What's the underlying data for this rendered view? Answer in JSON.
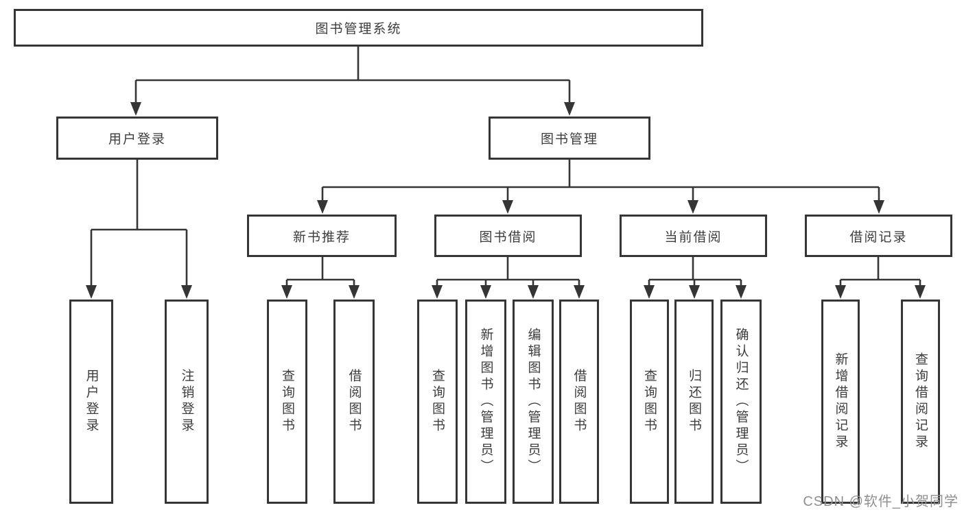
{
  "diagram": {
    "root": {
      "label": "图书管理系统"
    },
    "branches": [
      {
        "label": "用户登录",
        "children": [
          {
            "label": "用户登录"
          },
          {
            "label": "注销登录"
          }
        ]
      },
      {
        "label": "图书管理",
        "groups": [
          {
            "label": "新书推荐",
            "children": [
              {
                "label": "查询图书"
              },
              {
                "label": "借阅图书"
              }
            ]
          },
          {
            "label": "图书借阅",
            "children": [
              {
                "label": "查询图书"
              },
              {
                "label": "新增图书（管理员）"
              },
              {
                "label": "编辑图书（管理员）"
              },
              {
                "label": "借阅图书"
              }
            ]
          },
          {
            "label": "当前借阅",
            "children": [
              {
                "label": "查询图书"
              },
              {
                "label": "归还图书"
              },
              {
                "label": "确认归还（管理员）"
              }
            ]
          },
          {
            "label": "借阅记录",
            "children": [
              {
                "label": "新增借阅记录"
              },
              {
                "label": "查询借阅记录"
              }
            ]
          }
        ]
      }
    ],
    "watermark": "CSDN @软件_小贺同学",
    "colors": {
      "line": "#353535",
      "text": "#3d3d3d",
      "background": "#ffffff",
      "watermark": "#8f8f8f"
    }
  }
}
